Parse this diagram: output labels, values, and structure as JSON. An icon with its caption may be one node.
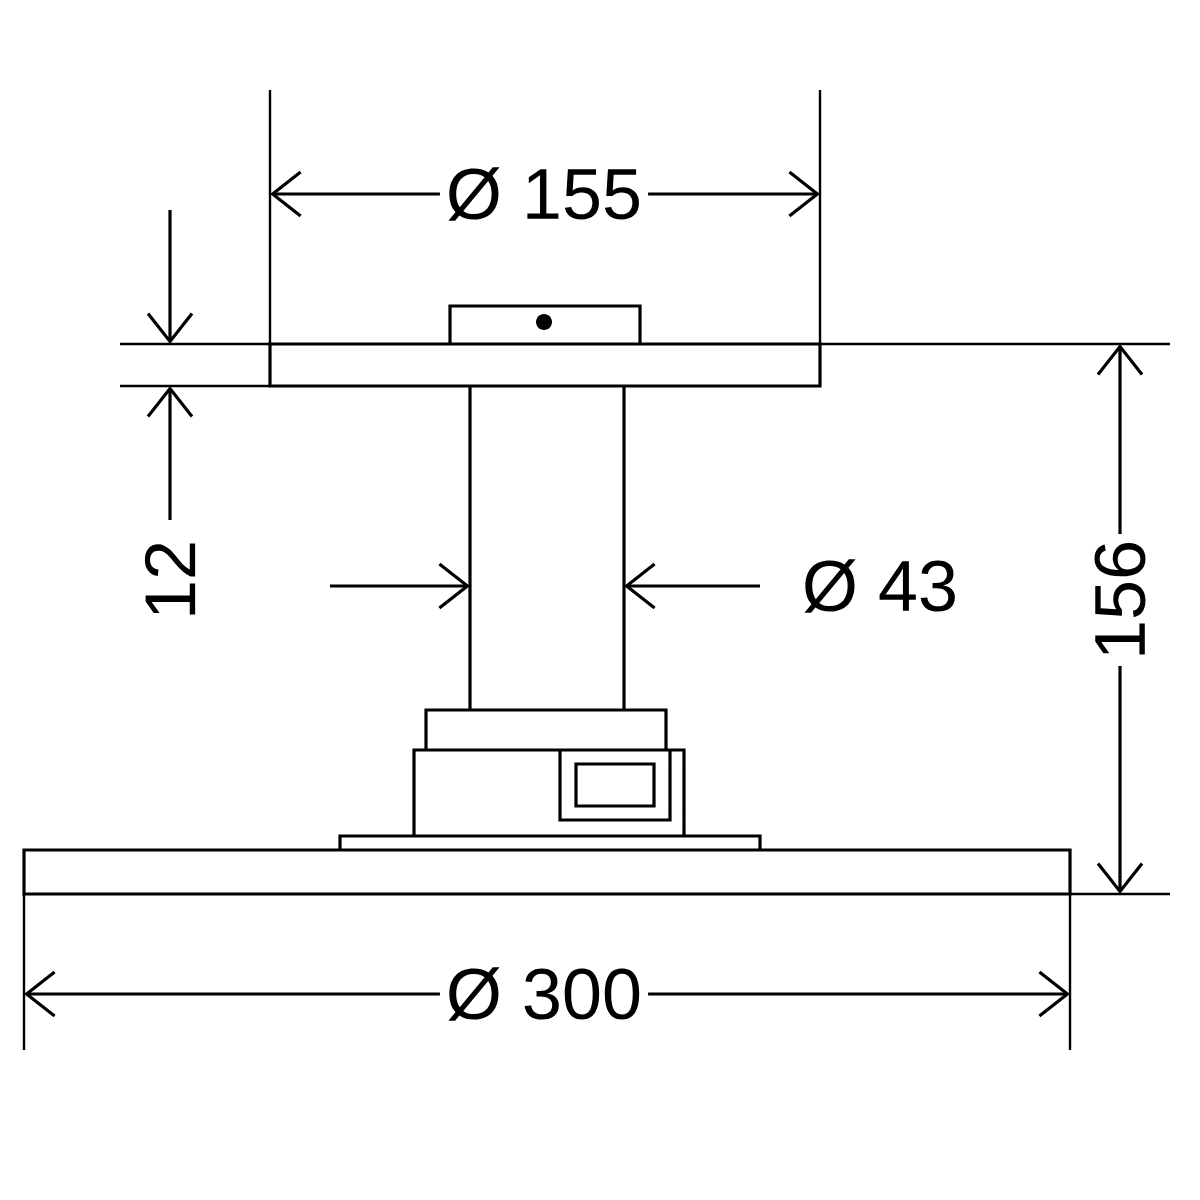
{
  "diagram": {
    "labels": [
      "Ø 155",
      "12",
      "Ø 43",
      "156",
      "Ø 300"
    ]
  }
}
